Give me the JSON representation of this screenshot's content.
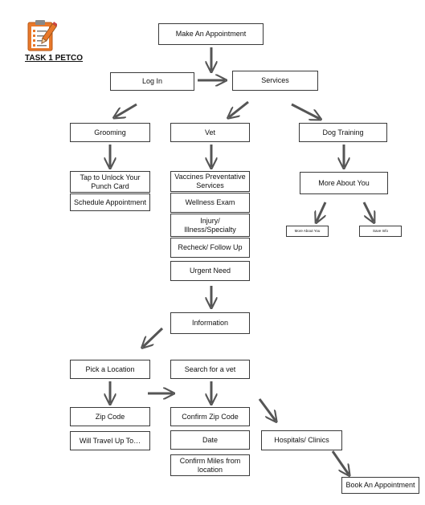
{
  "header": {
    "title": "TASK 1 PETCO",
    "icon": "clipboard-checklist-icon",
    "accent_color": "#e8782a"
  },
  "nodes": {
    "make_appointment": "Make An Appointment",
    "log_in": "Log In",
    "services": "Services",
    "grooming": "Grooming",
    "vet": "Vet",
    "dog_training": "Dog Training",
    "tap_unlock": "Tap to Unlock Your Punch Card",
    "schedule_appointment": "Schedule Appointment",
    "vaccines": "Vaccines Preventative Services",
    "wellness": "Wellness Exam",
    "injury": "Injury/ Illness/Specialty",
    "recheck": "Recheck/ Follow Up",
    "urgent": "Urgent Need",
    "more_about_you": "More About You",
    "more_about_you_small": "More About You",
    "save_info": "Save Info",
    "information": "Information",
    "pick_location": "Pick a Location",
    "search_vet": "Search for a vet",
    "zip_code": "Zip Code",
    "will_travel": "Will Travel Up To…",
    "confirm_zip": "Confirm Zip Code",
    "date": "Date",
    "confirm_miles": "Confirm Miles from location",
    "hospitals": "Hospitals/ Clinics",
    "book_appointment": "Book An Appointment"
  }
}
